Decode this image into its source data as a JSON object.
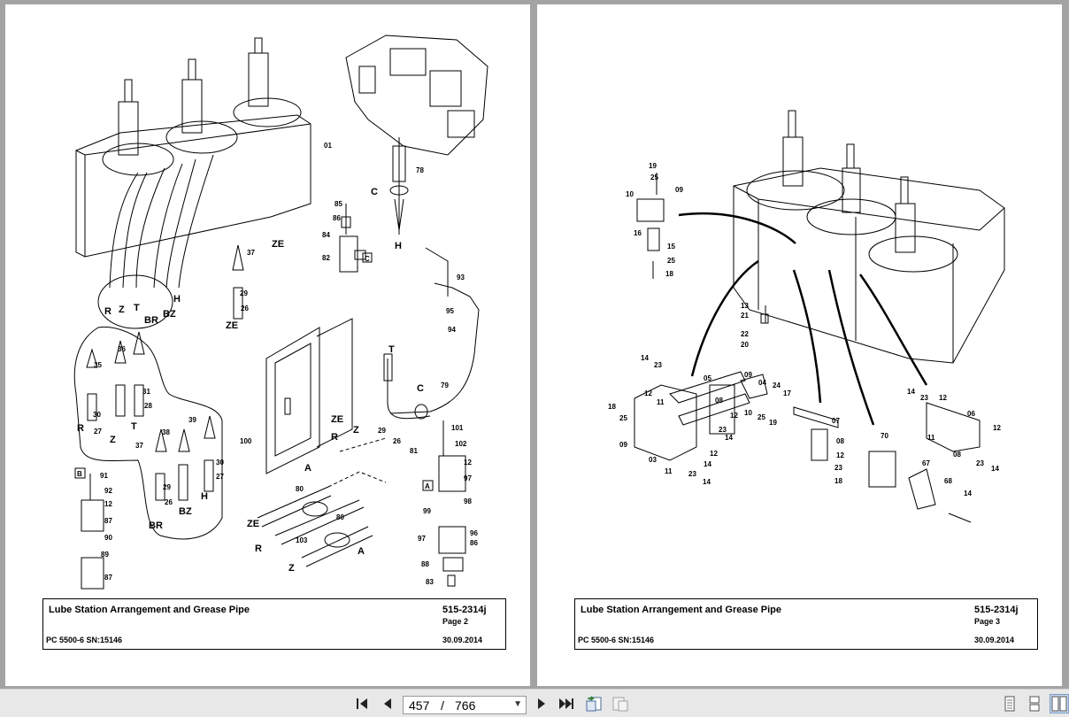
{
  "pages": [
    {
      "title": "Lube Station Arrangement and Grease Pipe",
      "doc_number": "515-2314j",
      "page_label": "Page 2",
      "model": "PC 5500-6 SN:15146",
      "date": "30.09.2014",
      "callouts": [
        "01",
        "78",
        "C",
        "85",
        "86",
        "84",
        "82",
        "C",
        "H",
        "ZE",
        "37",
        "29",
        "26",
        "ZE",
        "93",
        "95",
        "94",
        "T",
        "C",
        "79",
        "R",
        "Z",
        "T",
        "BR",
        "BZ",
        "H",
        "36",
        "35",
        "31",
        "28",
        "30",
        "27",
        "T",
        "Z",
        "R",
        "39",
        "38",
        "37",
        "30",
        "27",
        "29",
        "26",
        "H",
        "BZ",
        "BR",
        "B",
        "91",
        "92",
        "12",
        "87",
        "90",
        "89",
        "87",
        "ZE",
        "Z",
        "R",
        "29",
        "26",
        "81",
        "100",
        "A",
        "101",
        "102",
        "12",
        "97",
        "A",
        "98",
        "99",
        "97",
        "96",
        "86",
        "88",
        "83",
        "80",
        "ZE",
        "R",
        "103",
        "80",
        "A",
        "Z"
      ]
    },
    {
      "title": "Lube Station Arrangement and Grease Pipe",
      "doc_number": "515-2314j",
      "page_label": "Page 3",
      "model": "PC 5500-6 SN:15146",
      "date": "30.09.2014",
      "callouts": [
        "19",
        "25",
        "10",
        "09",
        "16",
        "15",
        "25",
        "18",
        "13",
        "21",
        "22",
        "20",
        "14",
        "23",
        "05",
        "12",
        "09",
        "04",
        "24",
        "17",
        "08",
        "18",
        "25",
        "11",
        "12",
        "10",
        "25",
        "19",
        "14",
        "09",
        "03",
        "23",
        "12",
        "14",
        "11",
        "23",
        "14",
        "07",
        "08",
        "12",
        "23",
        "18",
        "70",
        "67",
        "68",
        "14",
        "14",
        "23",
        "12",
        "06",
        "11",
        "12",
        "08",
        "23",
        "14"
      ]
    }
  ],
  "viewer": {
    "current_page": "457",
    "separator": "/",
    "total_pages": "766"
  }
}
